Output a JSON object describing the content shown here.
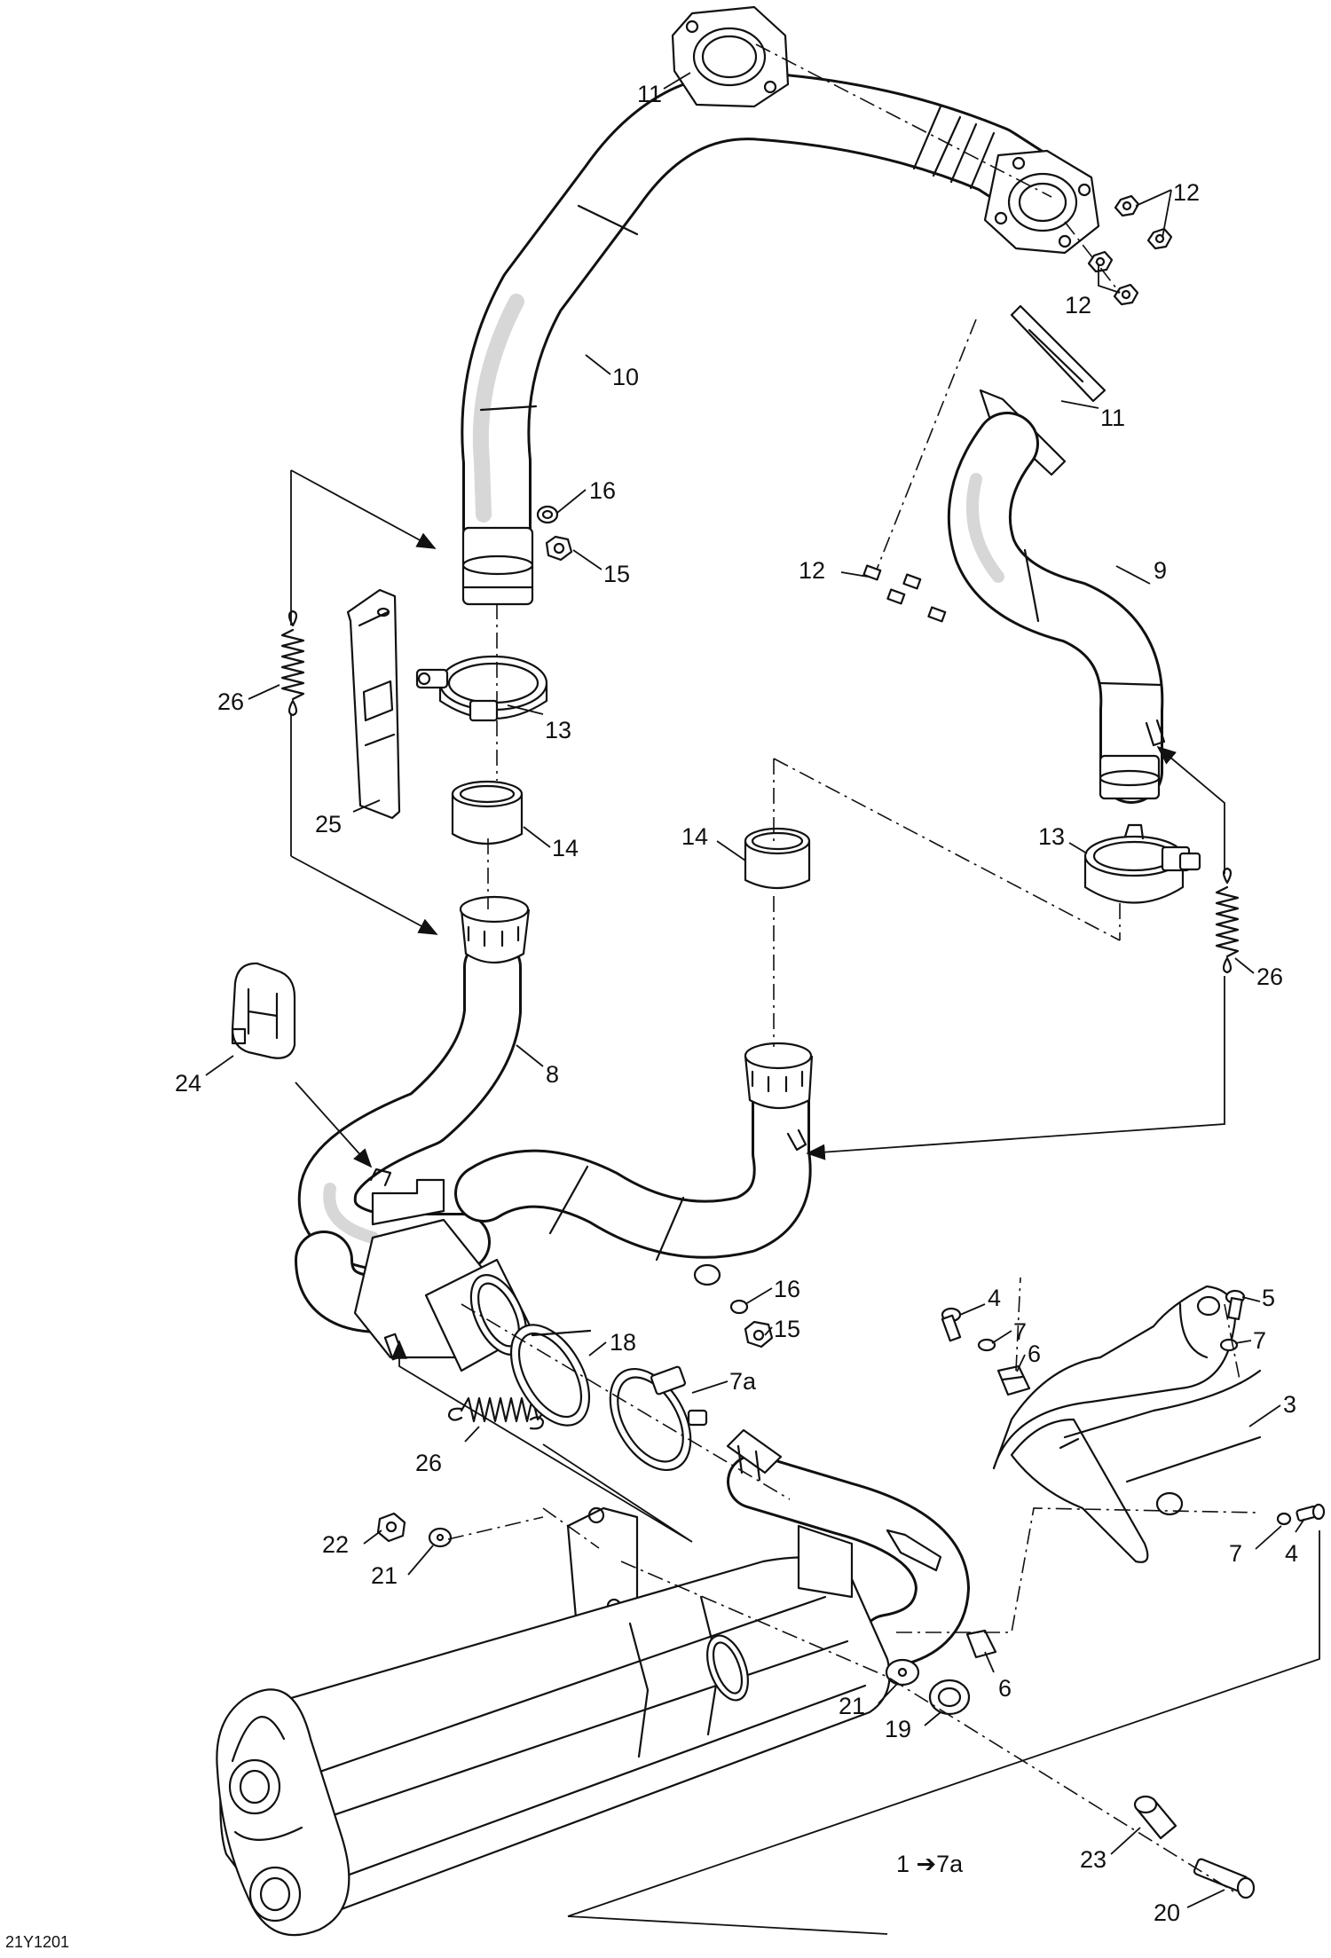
{
  "diagram_code": "21Y1201",
  "callouts": {
    "c11a": "11",
    "c12a": "12",
    "c12b": "12",
    "c10": "10",
    "c11b": "11",
    "c16a": "16",
    "c15a": "15",
    "c12c": "12",
    "c9": "9",
    "c26a": "26",
    "c13a": "13",
    "c25": "25",
    "c14a": "14",
    "c14b": "14",
    "c13b": "13",
    "c26b": "26",
    "c24": "24",
    "c8": "8",
    "c4a": "4",
    "c5": "5",
    "c16b": "16",
    "c7a": "7",
    "c7b": "7",
    "c15b": "15",
    "c6a": "6",
    "c18": "18",
    "c3": "3",
    "c7c": "7a",
    "c26c": "26",
    "c22": "22",
    "c21a": "21",
    "c7d": "7",
    "c4b": "4",
    "c6b": "6",
    "c21b": "21",
    "c19": "19",
    "c1": "1 ➔7a",
    "c23": "23",
    "c20": "20"
  }
}
